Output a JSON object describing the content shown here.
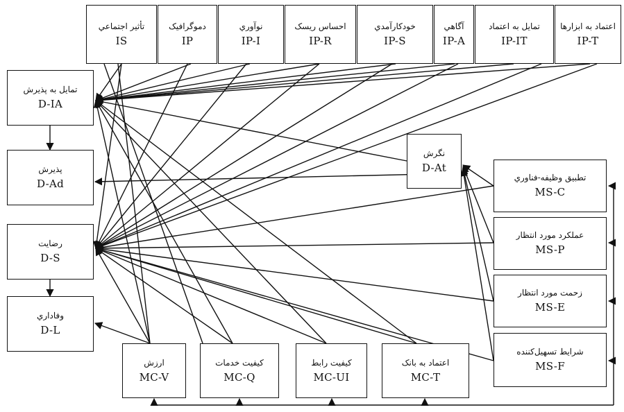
{
  "nodes": {
    "is": {
      "label": "تأثير اجتماعي",
      "code": "IS"
    },
    "ip": {
      "label": "دموگرافيک",
      "code": "IP"
    },
    "ipi": {
      "label": "نوآوري",
      "code": "IP-I"
    },
    "ipr": {
      "label": "احساس ريسک",
      "code": "IP-R"
    },
    "ips": {
      "label": "خودکارآمدي",
      "code": "IP-S"
    },
    "ipa": {
      "label": "آگاهي",
      "code": "IP-A"
    },
    "ipit": {
      "label": "تمايل به اعتماد",
      "code": "IP-IT"
    },
    "ipt": {
      "label": "اعتماد به ابزارها",
      "code": "IP-T"
    },
    "dia": {
      "label": "تمايل به پذيرش",
      "code": "D-IA"
    },
    "dad": {
      "label": "پذيرش",
      "code": "D-Ad"
    },
    "ds": {
      "label": "رضايت",
      "code": "D-S"
    },
    "dl": {
      "label": "وفاداري",
      "code": "D-L"
    },
    "dat": {
      "label": "نگرش",
      "code": "D-At"
    },
    "msc": {
      "label": "تطبيق وظيفه-فناوري",
      "code": "MS-C"
    },
    "msp": {
      "label": "عملکرد مورد انتظار",
      "code": "MS-P"
    },
    "mse": {
      "label": "زحمت مورد انتظار",
      "code": "MS-E"
    },
    "msf": {
      "label": "شرايط تسهيل‌کننده",
      "code": "MS-F"
    },
    "mcv": {
      "label": "ارزش",
      "code": "MC-V"
    },
    "mcq": {
      "label": "کيفيت خدمات",
      "code": "MC-Q"
    },
    "mcui": {
      "label": "کيفيت رابط",
      "code": "MC-UI"
    },
    "mct": {
      "label": "اعتماد به بانک",
      "code": "MC-T"
    }
  }
}
